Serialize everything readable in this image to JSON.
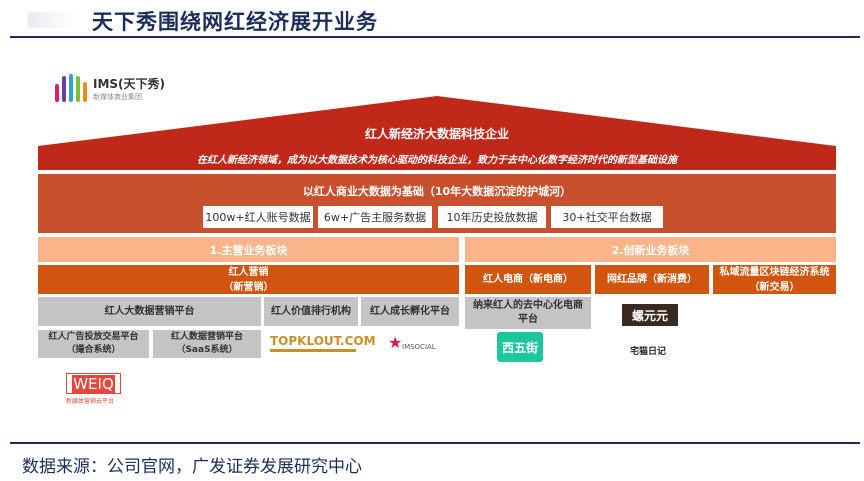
{
  "title": "天下秀围绕网红经济展开业务",
  "logo": {
    "name": "IMS(天下秀)",
    "sub": "新媒体商业集团"
  },
  "roof": {
    "title": "红人新经济大数据科技企业",
    "subtitle": "在红人新经济领域，成为以大数据技术为核心驱动的科技企业，致力于去中心化数字经济时代的新型基础设施"
  },
  "foundation": {
    "title": "以红人商业大数据为基础（10年大数据沉淀的护城河）",
    "items": [
      "100w+红人账号数据",
      "6w+广告主服务数据",
      "10年历史投放数据",
      "30+社交平台数据"
    ]
  },
  "sections": {
    "main": "1.主营业务板块",
    "innovation": "2.创新业务板块"
  },
  "categories": {
    "marketing": [
      "红人营销",
      "（新营销）"
    ],
    "ecommerce": "红人电商（新电商）",
    "brand": "网红品牌（新消费）",
    "blockchain": "私域流量区块链经济系统（新交易）"
  },
  "platforms": {
    "bigdata": "红人大数据营销平台",
    "ranking": "红人价值排行机构",
    "incubation": "红人成长孵化平台",
    "decentral": "纳来红人的去中心化电商平台",
    "ad_trade": [
      "红人广告投放交易平台",
      "（撮合系统）"
    ],
    "saas": [
      "红人数据营销平台",
      "（SaaS系统）"
    ]
  },
  "logos": {
    "topklout": "TOPKLOUT.COM",
    "imsocial": "IMSOCIAL",
    "xiwujie": "西五街",
    "luoyuanyuan": "螺元元",
    "zhaimao": "宅猫日记",
    "weiq": "WEIQ",
    "weiq_sub": "新媒体营销云平台"
  },
  "source": "数据来源：公司官网，广发证券发展研究中心"
}
